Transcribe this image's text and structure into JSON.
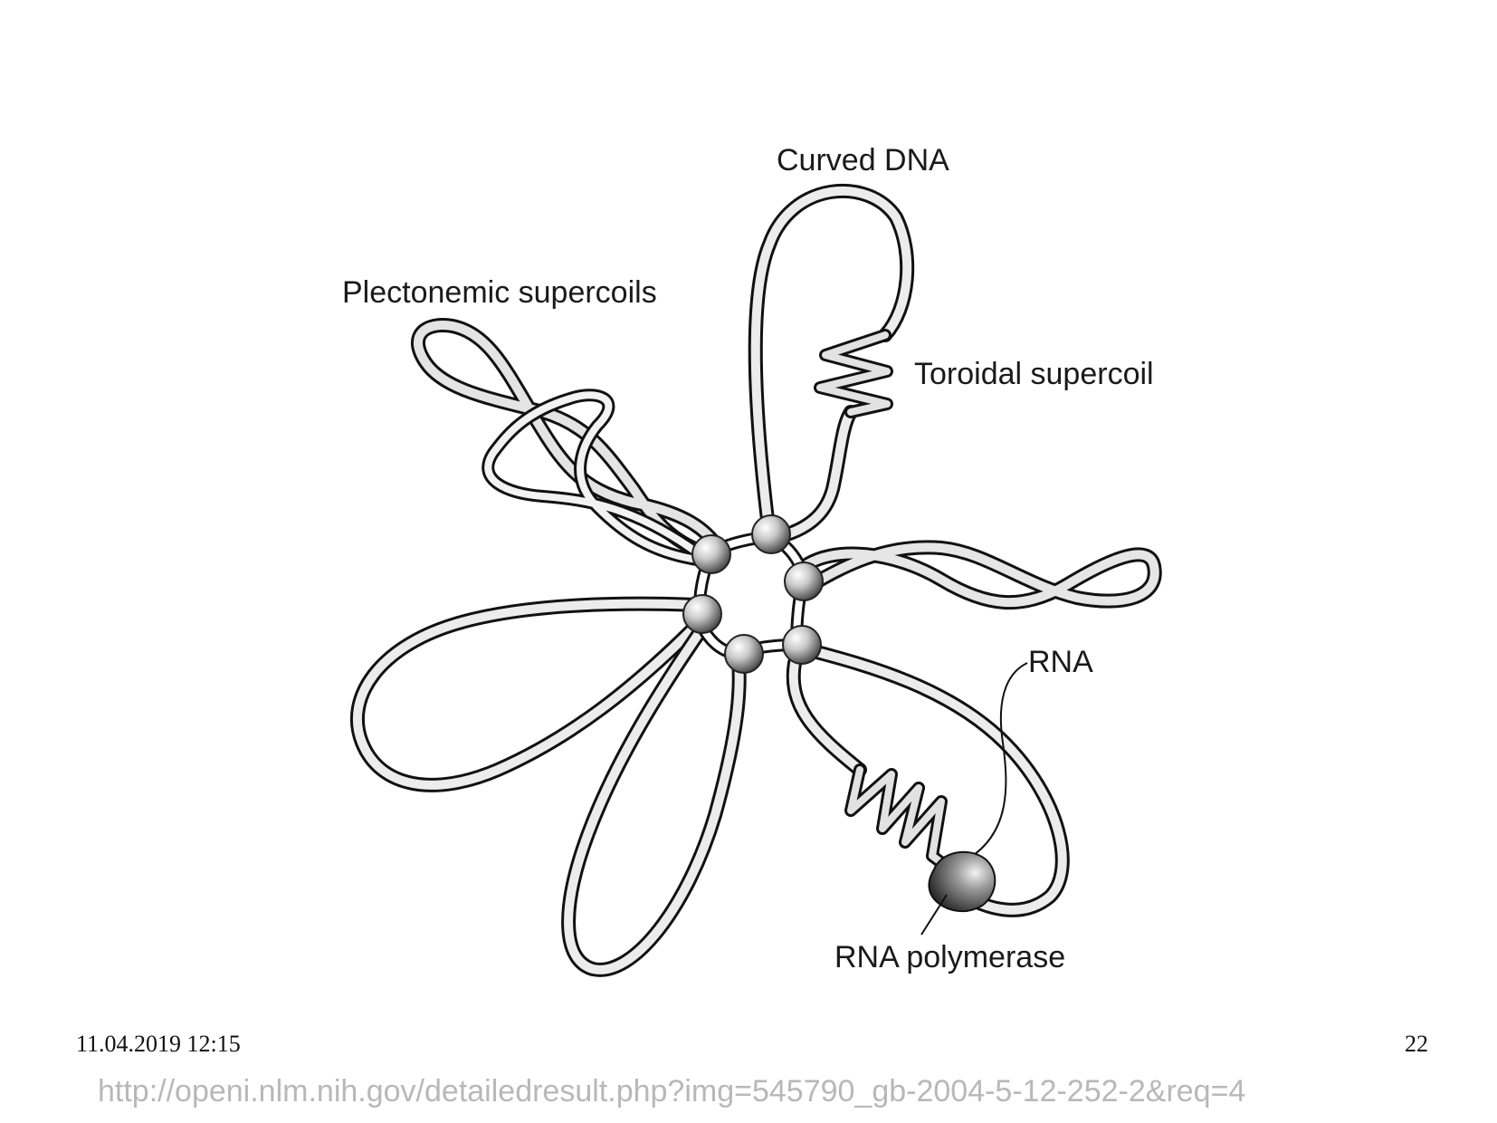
{
  "diagram": {
    "labels": {
      "curved_dna": "Curved DNA",
      "plectonemic": "Plectonemic supercoils",
      "toroidal": "Toroidal supercoil",
      "rna": "RNA",
      "rna_polymerase": "RNA polymerase"
    }
  },
  "footer": {
    "date": "11.04.2019 12:15",
    "page_number": "22",
    "source_url": "http://openi.nlm.nih.gov/detailedresult.php?img=545790_gb-2004-5-12-252-2&req=4"
  }
}
